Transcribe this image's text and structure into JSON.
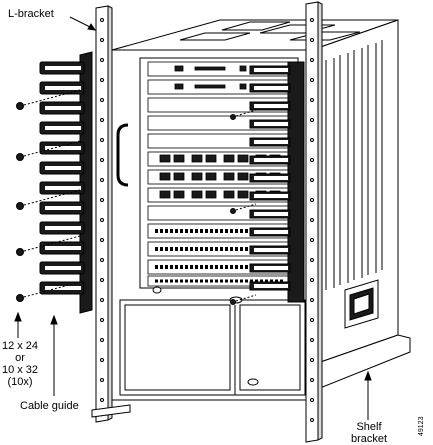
{
  "labels": {
    "l_bracket": "L-bracket",
    "screw_size_1": "12 x 24",
    "screw_or": "or",
    "screw_size_2": "10 x 32",
    "screw_count": "(10x)",
    "cable_guide": "Cable guide",
    "shelf": "Shelf",
    "bracket": "bracket",
    "figure_id": "49123"
  },
  "colors": {
    "line": "#000000",
    "fill": "#ffffff",
    "dark": "#1a1a1a",
    "shade": "#d9d9d9"
  },
  "parts": {
    "cable_guide_fingers": 12,
    "mounting_screws": 5,
    "chassis_modules": 13
  }
}
